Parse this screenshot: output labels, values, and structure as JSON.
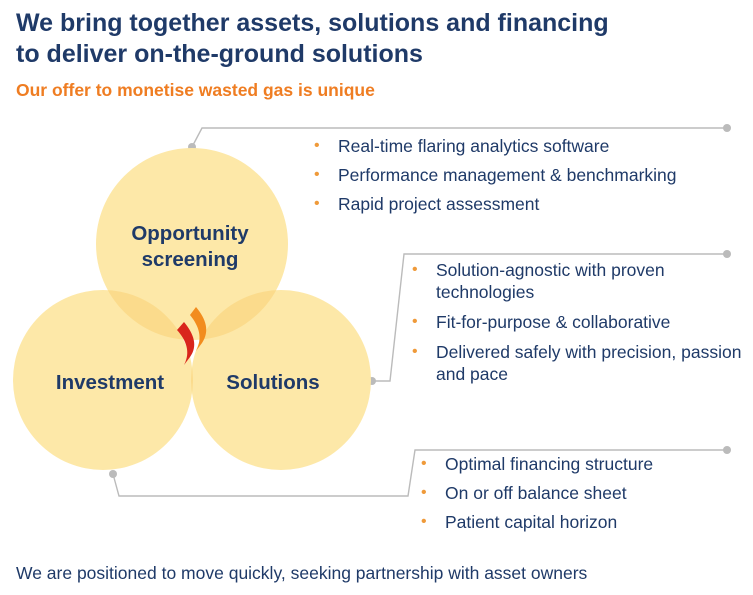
{
  "title_line1": "We bring together assets, solutions and financing",
  "title_line2": "to deliver on-the-ground solutions",
  "subtitle": "Our offer to monetise wasted gas is unique",
  "circles": {
    "top_line1": "Opportunity",
    "top_line2": "screening",
    "left": "Investment",
    "right": "Solutions"
  },
  "groups": [
    {
      "items": [
        "Real-time flaring analytics software",
        "Performance management & benchmarking",
        "Rapid project assessment"
      ]
    },
    {
      "items": [
        "Solution-agnostic with proven technologies",
        "Fit-for-purpose & collaborative",
        "Delivered safely with precision, passion and pace"
      ]
    },
    {
      "items": [
        "Optimal financing structure",
        "On or off balance sheet",
        "Patient capital horizon"
      ]
    }
  ],
  "footer": "We are positioned to move quickly, seeking partnership with asset owners",
  "colors": {
    "title": "#1f3a68",
    "subtitle": "#ef7d22",
    "circle_fill": "#fde8a8",
    "overlap": "#fbdb8c",
    "connector": "#bbbbbb",
    "bullet": "#ef9a3a",
    "flame_red": "#d9251c",
    "flame_orange": "#f28c1e"
  }
}
